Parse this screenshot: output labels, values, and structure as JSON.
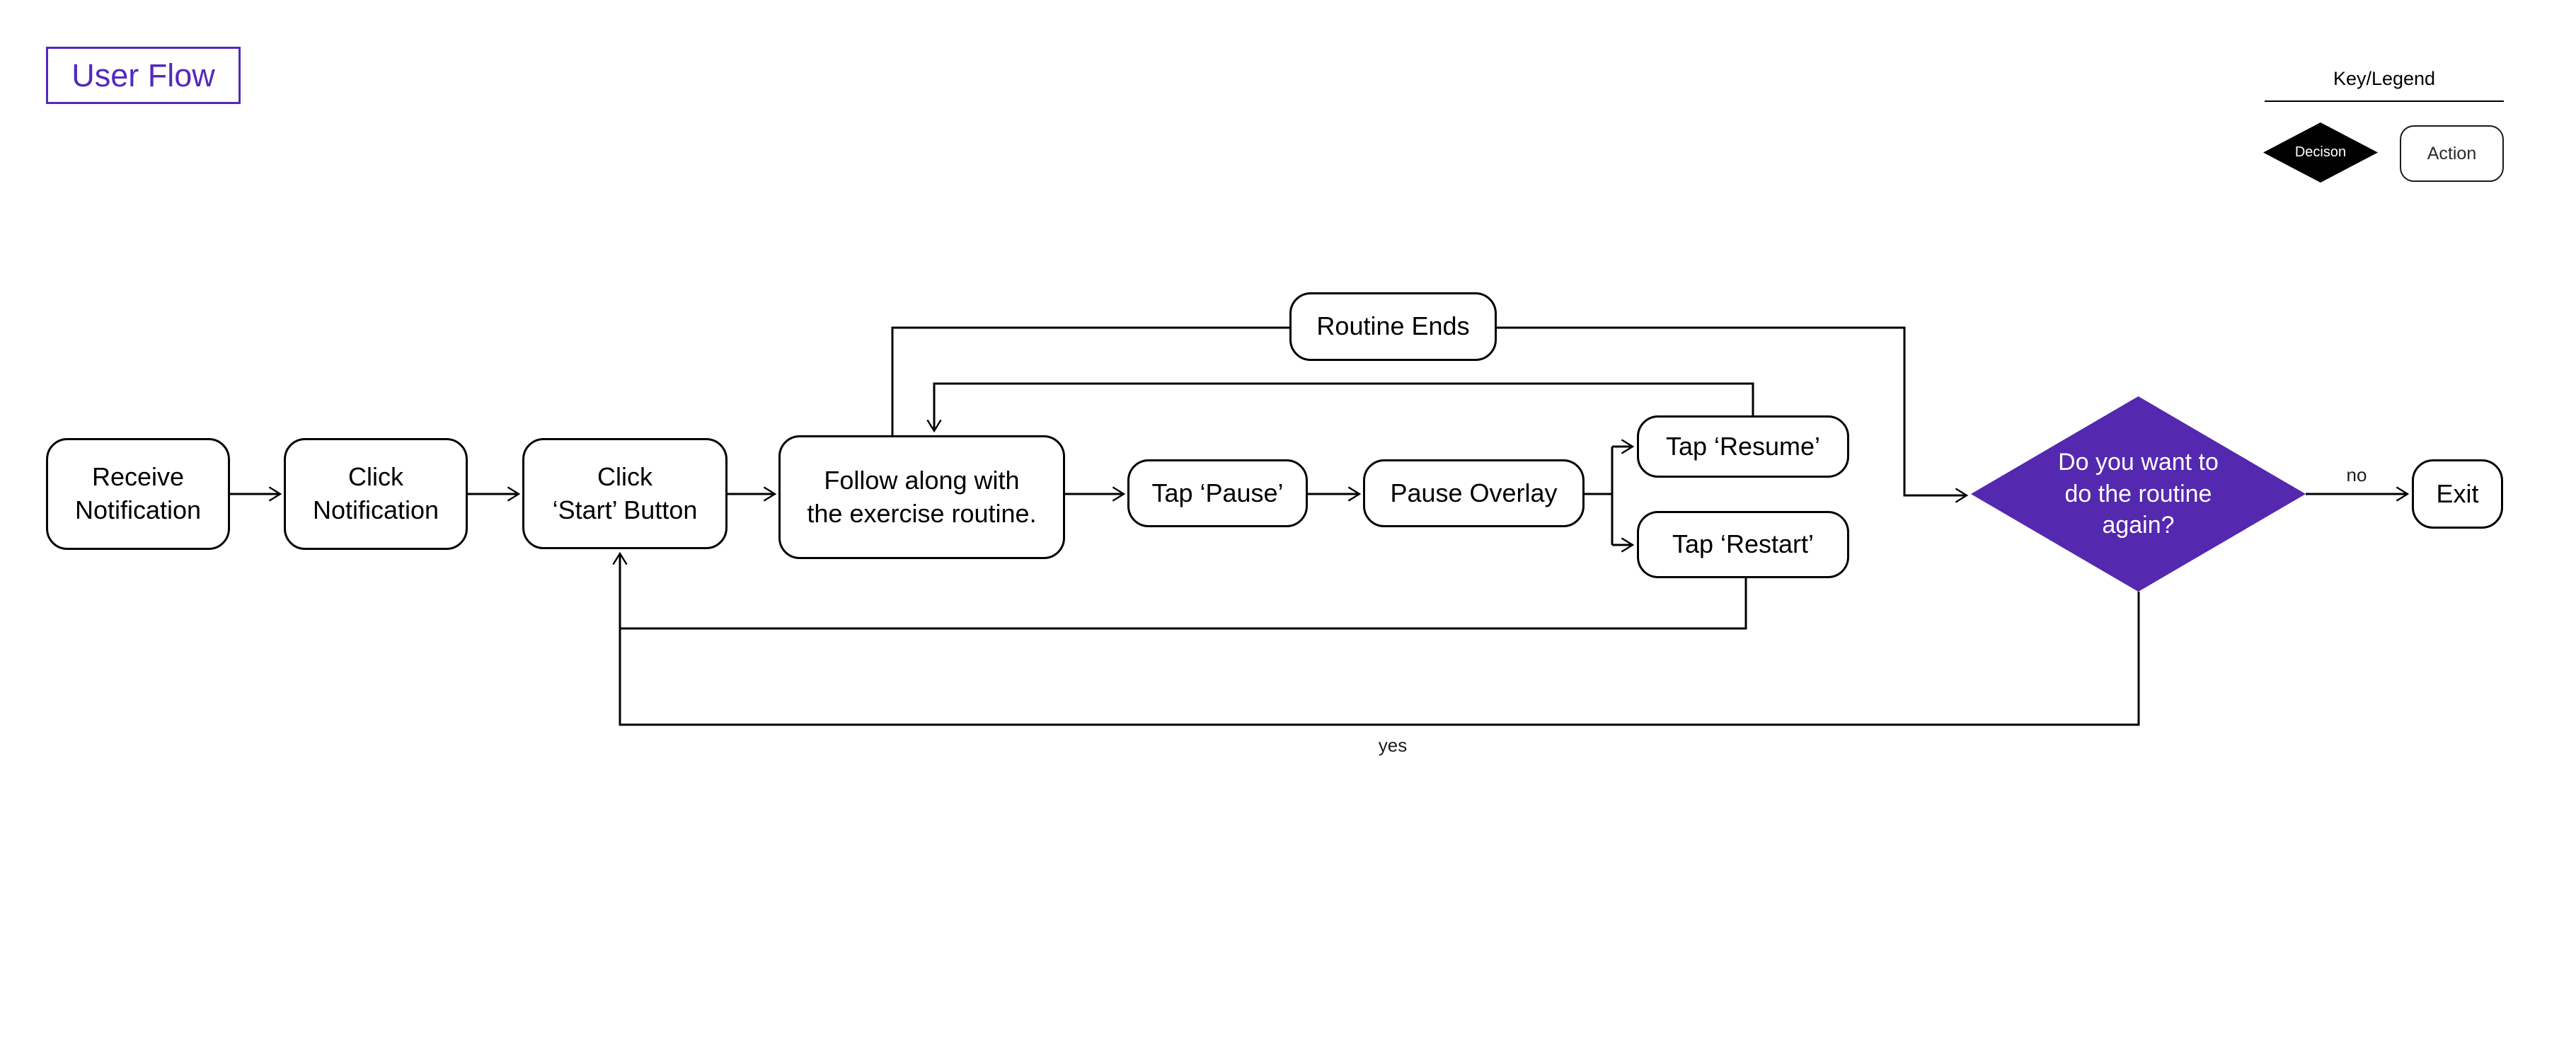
{
  "title": "User Flow",
  "legend": {
    "heading": "Key/Legend",
    "decision_label": "Decison",
    "action_label": "Action"
  },
  "nodes": {
    "receive_notification": "Receive\nNotification",
    "click_notification": "Click\nNotification",
    "click_start_button": "Click\n‘Start’ Button",
    "follow_along": "Follow along with\nthe exercise routine.",
    "tap_pause": "Tap ‘Pause’",
    "pause_overlay": "Pause Overlay",
    "tap_resume": "Tap ‘Resume’",
    "tap_restart": "Tap ‘Restart’",
    "routine_ends": "Routine Ends",
    "exit": "Exit"
  },
  "decision_node": {
    "question": "Do you want to\ndo the routine\nagain?"
  },
  "edge_labels": {
    "yes": "yes",
    "no": "no"
  },
  "colors": {
    "accent_purple": "#5329BC",
    "decision_fill": "#5428AF",
    "decision_text": "#FFFFFF",
    "line": "#000000"
  }
}
